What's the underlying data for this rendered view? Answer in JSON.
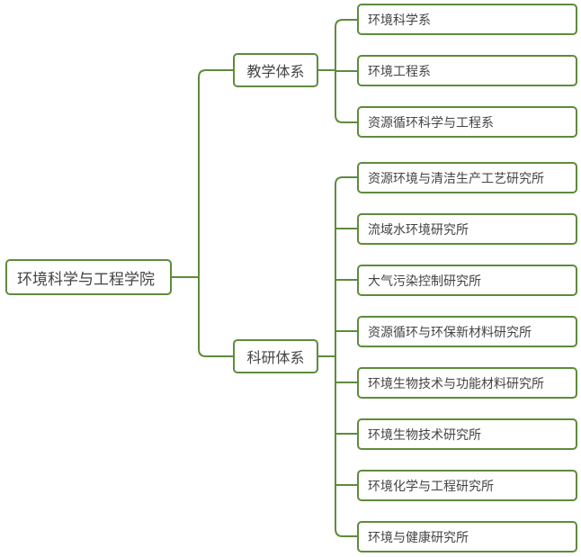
{
  "root": {
    "label": "环境科学与工程学院"
  },
  "branches": [
    {
      "label": "教学体系",
      "children": [
        "环境科学系",
        "环境工程系",
        "资源循环科学与工程系"
      ]
    },
    {
      "label": "科研体系",
      "children": [
        "资源环境与清洁生产工艺研究所",
        "流域水环境研究所",
        "大气污染控制研究所",
        "资源循环与环保新材料研究所",
        "环境生物技术与功能材料研究所",
        "环境生物技术研究所",
        "环境化学与工程研究所",
        "环境与健康研究所"
      ]
    }
  ],
  "colors": {
    "line": "#5f8b3c",
    "text": "#444444"
  }
}
